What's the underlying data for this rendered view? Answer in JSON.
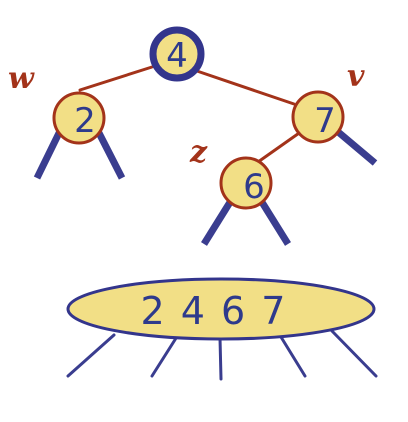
{
  "colors": {
    "node_fill": "#f2df86",
    "node_stroke": "#a3331a",
    "root_stroke": "#33358c",
    "leg": "#3a3d8f",
    "edge": "#a3331a",
    "text": "#2e3a8c",
    "var": "#a3331a"
  },
  "tree": {
    "root": {
      "key": "4"
    },
    "left": {
      "key": "2",
      "var": "w"
    },
    "right": {
      "key": "7",
      "var": "v"
    },
    "right_left": {
      "key": "6",
      "var": "z"
    }
  },
  "node_4_children": {
    "label": "2 4 6 7"
  }
}
